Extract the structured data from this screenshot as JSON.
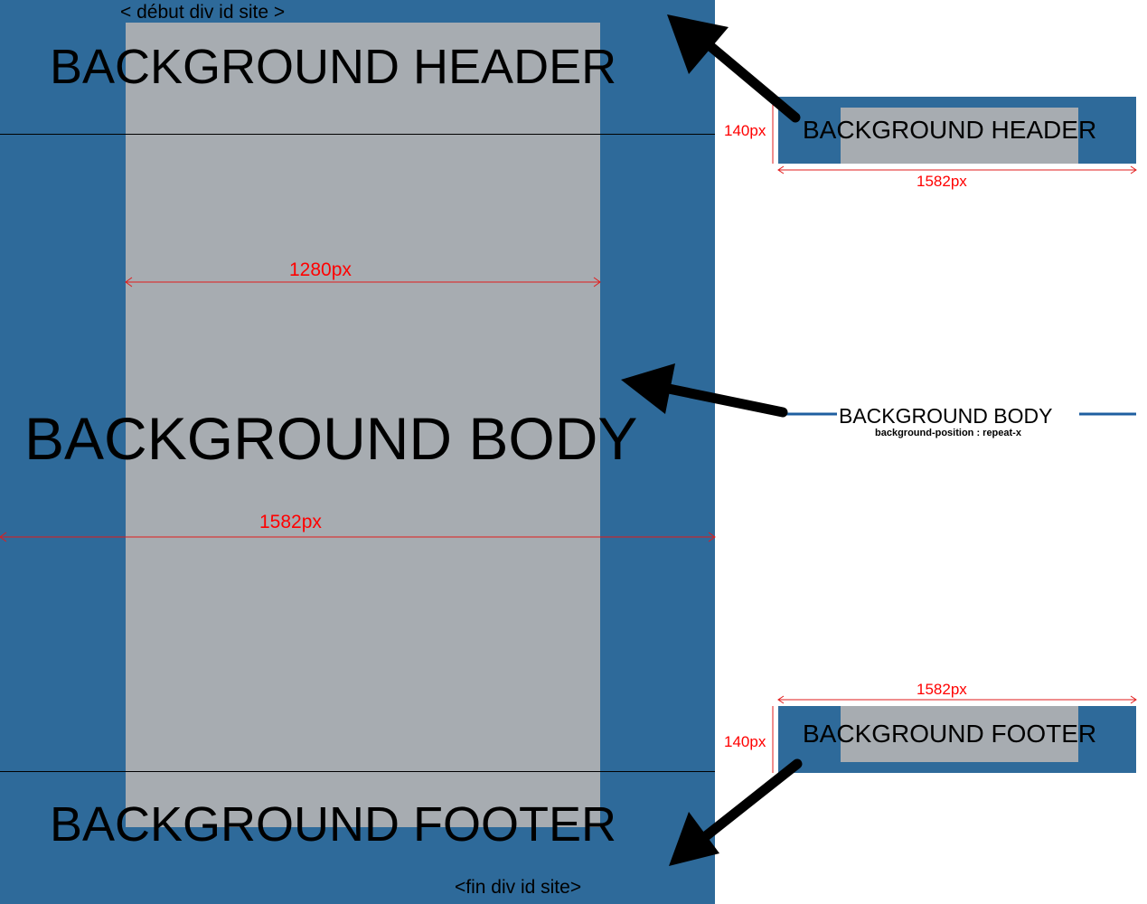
{
  "left": {
    "start_label": "< début div id site >",
    "end_label": "<fin div id site>",
    "header_label": "BACKGROUND HEADER",
    "body_label": "BACKGROUND BODY",
    "footer_label": "BACKGROUND FOOTER",
    "inner_width_label": "1280px",
    "outer_width_label": "1582px"
  },
  "right": {
    "header": {
      "label": "BACKGROUND HEADER",
      "height_label": "140px",
      "width_label": "1582px"
    },
    "body": {
      "label": "BACKGROUND BODY",
      "note": "background-position : repeat-x"
    },
    "footer": {
      "label": "BACKGROUND FOOTER",
      "height_label": "140px",
      "width_label": "1582px"
    }
  },
  "colors": {
    "blue": "#2e6a9a",
    "gray": "#a7acb1",
    "dimension_red": "#ff0000",
    "body_line": "#1f5fa0"
  }
}
